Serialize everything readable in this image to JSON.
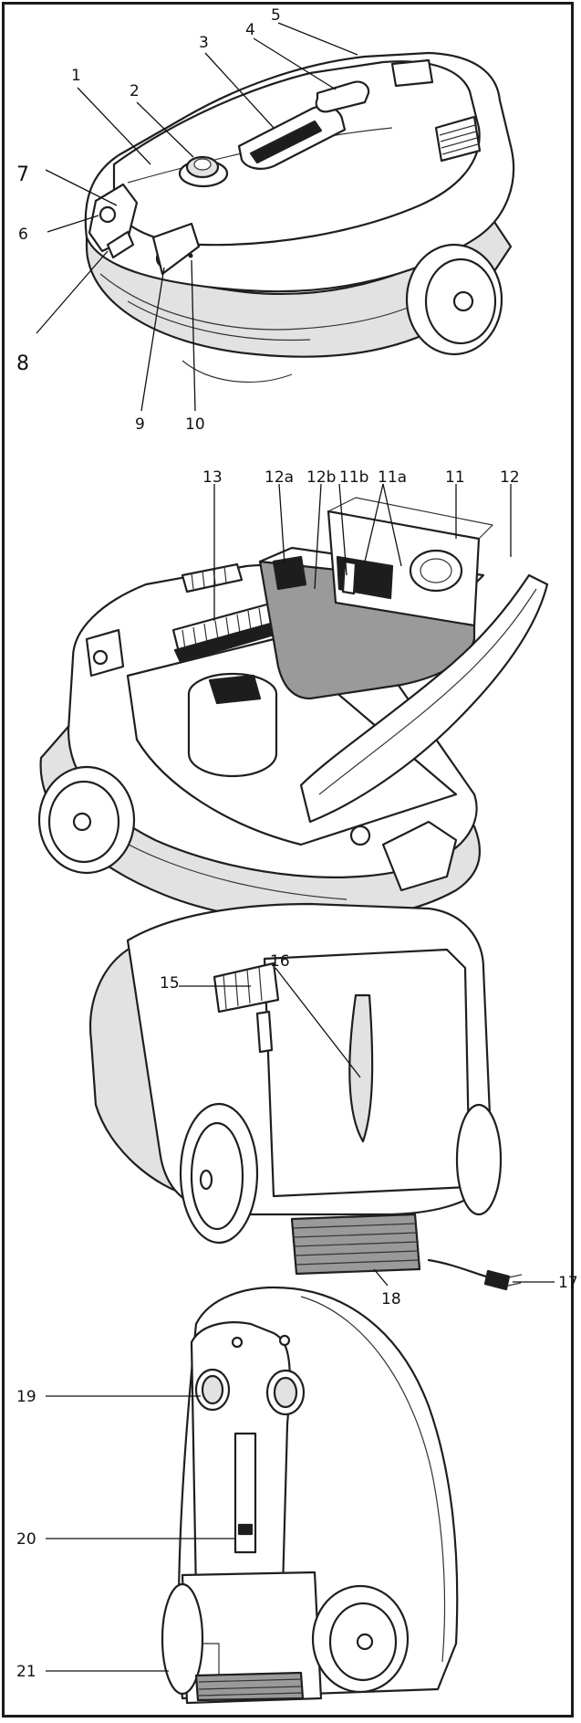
{
  "labels": {
    "l1": "1",
    "l2": "2",
    "l3": "3",
    "l4": "4",
    "l5": "5",
    "l6": "6",
    "l7": "7",
    "l8": "8",
    "l9": "9",
    "l10": "10",
    "l11": "11",
    "l11a": "11a",
    "l11b": "11b",
    "l12": "12",
    "l12a": "12a",
    "l12b": "12b",
    "l13": "13",
    "l15": "15",
    "l16": "16",
    "l17": "17",
    "l18": "18",
    "l19": "19",
    "l20": "20",
    "l21": "21"
  }
}
